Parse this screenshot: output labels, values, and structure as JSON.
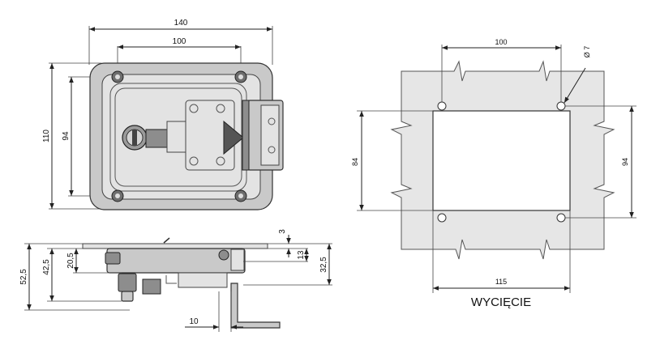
{
  "front_view": {
    "dim_width_outer": "140",
    "dim_width_holes": "100",
    "dim_height_outer": "110",
    "dim_height_holes": "94"
  },
  "side_view": {
    "dim_total_depth": "52,5",
    "dim_depth_a": "42,5",
    "dim_depth_b": "20,5",
    "dim_flange": "3",
    "dim_step": "13",
    "dim_depth_c": "32,5",
    "dim_offset": "10"
  },
  "cutout": {
    "dim_hole_spacing_x": "100",
    "dim_hole_diameter": "Ø 7",
    "dim_cut_height": "84",
    "dim_hole_spacing_y": "94",
    "dim_cut_width": "115",
    "label": "WYCIĘCIE"
  }
}
